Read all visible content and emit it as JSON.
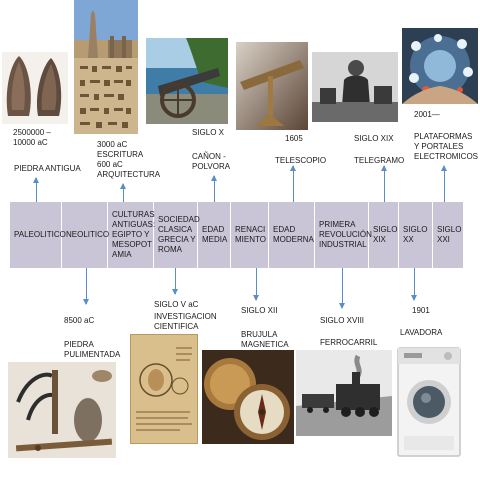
{
  "bar_segments": [
    "PALEOLITICO",
    "NEOLITICO",
    "CULTURAS ANTIGUAS: EGIPTO Y MESOPOT AMIA",
    "SOCIEDAD CLASICA GRECIA Y ROMA",
    "EDAD MEDIA",
    "RENACI MIENTO",
    "EDAD MODERNA",
    "PRIMERA REVOLUCIÓN INDUSTRIAL",
    "SIGLO XIX",
    "SIGLO XX",
    "SIGLO XXI"
  ],
  "top_labels": {
    "paleolitico_date": "2500000 – 10000 aC",
    "paleolitico_item": "PIEDRA ANTIGUA",
    "culturas_date1": "3000 aC",
    "culturas_item1": "ESCRITURA",
    "culturas_date2": "600 aC",
    "culturas_item2": "ARQUITECTURA",
    "edad_media_date": "SIGLO X",
    "edad_media_item": "CAÑON - POLVORA",
    "moderna_date": "1605",
    "moderna_item": "TELESCOPIO",
    "xix_date": "SIGLO XIX",
    "xix_item": "TELEGRAMO",
    "xxi_date": "2001—",
    "xxi_item": "PLATAFORMAS Y PORTALES ELECTROMICOS"
  },
  "bottom_labels": {
    "neolitico_date": "8500 aC",
    "neolitico_item": "PIEDRA PULIMENTADA",
    "clasica_date": "SIGLO V aC",
    "clasica_item": "INVESTIGACION CIENTIFICA",
    "renacimiento_date": "SIGLO XII",
    "renacimiento_item": "BRUJULA MAGNETICA",
    "industrial_date": "SIGLO XVIII",
    "industrial_item": "FERROCARRIL",
    "xx_date": "1901",
    "xx_item": "LAVADORA"
  },
  "colors": {
    "bar": "#c9c5d6",
    "arrow": "#5a8fc4"
  }
}
